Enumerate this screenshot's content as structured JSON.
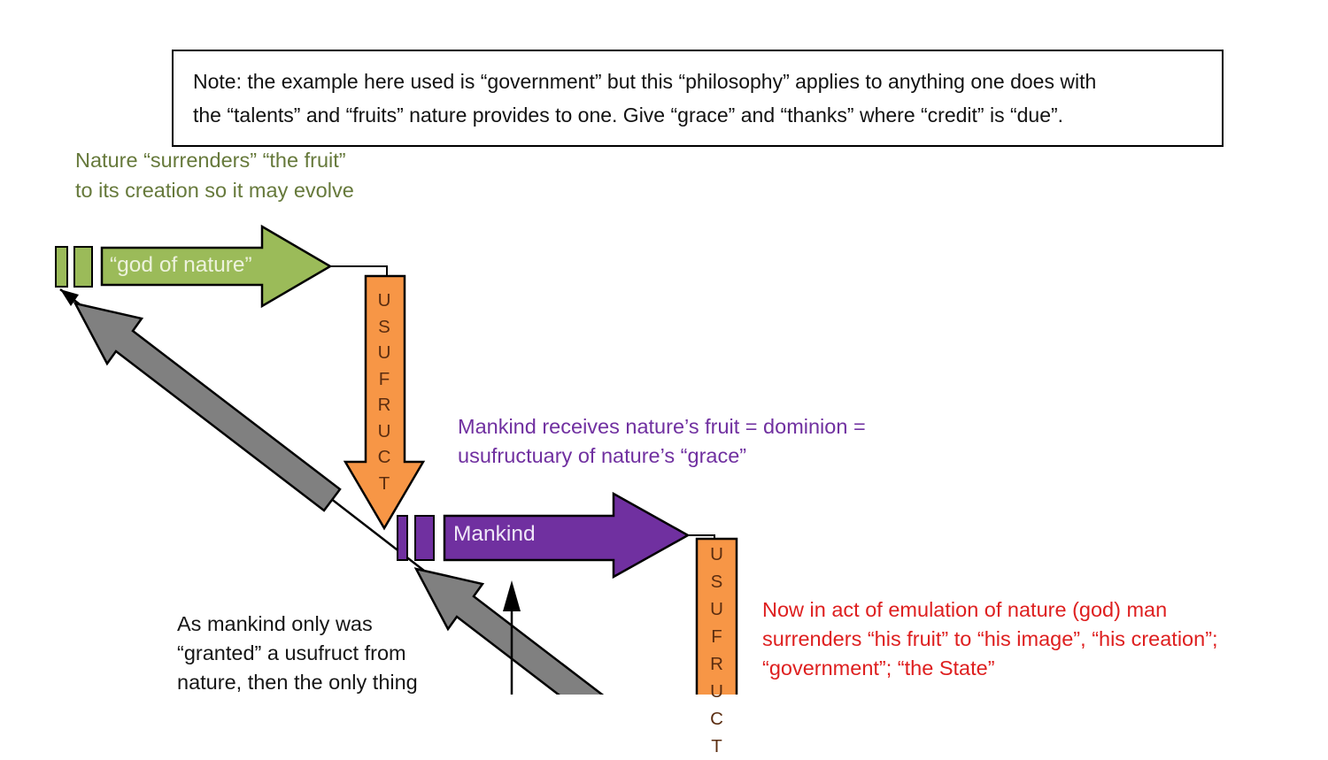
{
  "note": {
    "lines": [
      "Note: the example here used is “government” but this “philosophy” applies to anything one does with",
      "the “talents” and “fruits” nature provides to one. Give “grace” and “thanks” where “credit” is “due”."
    ]
  },
  "annotations": {
    "nature_surrenders": {
      "color": "#66793B",
      "lines": [
        "Nature “surrenders” “the fruit”",
        "to its creation so it may evolve"
      ]
    },
    "mankind_receives": {
      "color": "#7030A0",
      "lines": [
        "Mankind receives nature’s fruit = dominion =",
        "usufructuary of nature’s “grace”"
      ]
    },
    "man_emulation": {
      "color": "#DE1F1F",
      "lines": [
        "Now in act of emulation of nature (god) man",
        "surrenders “his fruit” to “his image”, “his creation”;",
        "“government”; “the State”"
      ]
    },
    "mankind_granted": {
      "color": "#161616",
      "lines": [
        "As mankind only was",
        "“granted” a usufruct from",
        "nature, then the only thing"
      ]
    }
  },
  "shapes": {
    "god_of_nature_arrow": {
      "label": "“god of nature”",
      "fill": "#9BBB59",
      "label_color": "#EDF2DD"
    },
    "mankind_arrow": {
      "label": "Mankind",
      "fill": "#7030A0",
      "label_color": "#EFE7F7"
    },
    "usufruct_arrow_1": {
      "word": "USUFRUCT",
      "letters": [
        "U",
        "S",
        "U",
        "F",
        "R",
        "U",
        "C",
        "T"
      ],
      "fill": "#F79646",
      "letter_color": "#5B2D10"
    },
    "usufruct_arrow_2": {
      "word": "USUFRUCT",
      "letters": [
        "U",
        "S",
        "U",
        "F",
        "R",
        "U",
        "C",
        "T"
      ],
      "fill": "#F79646",
      "letter_color": "#5B2D10"
    },
    "gray_return_arrow_fill": "#808080",
    "outline_color": "#000000"
  }
}
